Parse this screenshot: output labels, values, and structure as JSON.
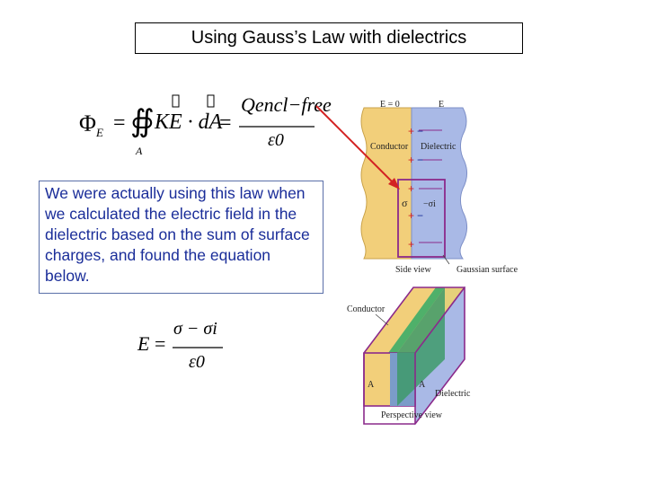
{
  "title": "Using Gauss’s Law with dielectrics",
  "explanation": "We were actually using this law when we calculated the electric field in the dielectric based on the sum of surface charges, and found the equation below.",
  "gauss_equation": {
    "lhs": "ΦE",
    "integral_subscript": "A",
    "integrand": "KE · dA",
    "numerator": "Qencl−free",
    "denominator": "ε0",
    "glyph_placeholder": ""
  },
  "field_equation": {
    "lhs": "E",
    "numerator": "σ − σi",
    "denominator": "ε0"
  },
  "side_view": {
    "e_zero": "E = 0",
    "e_label": "E",
    "conductor": "Conductor",
    "dielectric": "Dielectric",
    "sigma": "σ",
    "sigma_i": "−σi",
    "side_view": "Side view",
    "gaussian_surface": "Gaussian surface"
  },
  "perspective_view": {
    "conductor": "Conductor",
    "dielectric": "Dielectric",
    "area_a1": "A",
    "area_a2": "A",
    "perspective_view": "Perspective view"
  },
  "colors": {
    "conductor": "#f2cf7a",
    "dielectric": "#a9b9e6",
    "gaussian": "#8b2a8b",
    "arrow": "#d32222",
    "text_blue": "#1a2d99"
  }
}
